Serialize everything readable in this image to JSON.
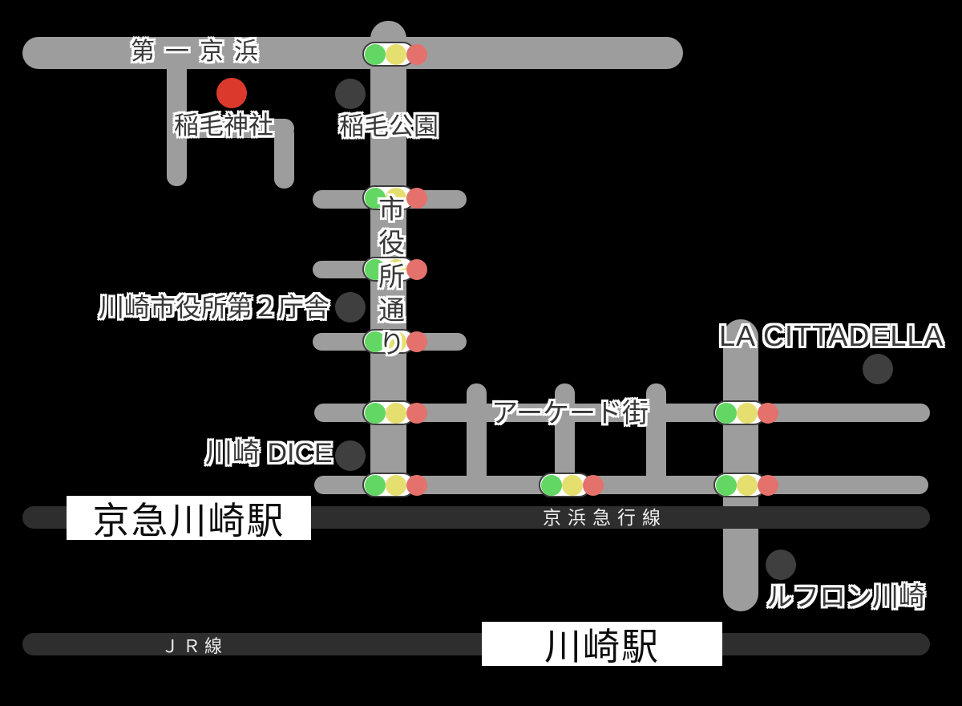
{
  "map": {
    "roads": {
      "daiichi_keihin": "第一京浜",
      "shiyakusho_dori": "市役所通り",
      "arcade_street": "アーケード街"
    },
    "rail_lines": {
      "keihin_kyuko": "京浜急行線",
      "jr": "ＪＲ線"
    },
    "stations": {
      "keikyu_kawasaki": "京急川崎駅",
      "kawasaki": "川崎駅"
    },
    "landmarks": {
      "inage_shrine": "稲毛神社",
      "inage_park": "稲毛公園",
      "city_hall_annex2": "川崎市役所第２庁舎",
      "la_cittadella": "LA CITTADELLA",
      "kawasaki_dice": "川崎 DICE",
      "le_front_kawasaki": "ルフロン川崎"
    },
    "colors": {
      "background": "#000000",
      "road": "#9d9d9d",
      "rail_line": "#2e2e2e",
      "landmark_marker": "#3f3f3f",
      "shrine_marker": "#dc392d",
      "signal_green": "#63d763",
      "signal_yellow": "#e5df70",
      "signal_red": "#e4716b",
      "station_box": "#ffffff"
    }
  }
}
